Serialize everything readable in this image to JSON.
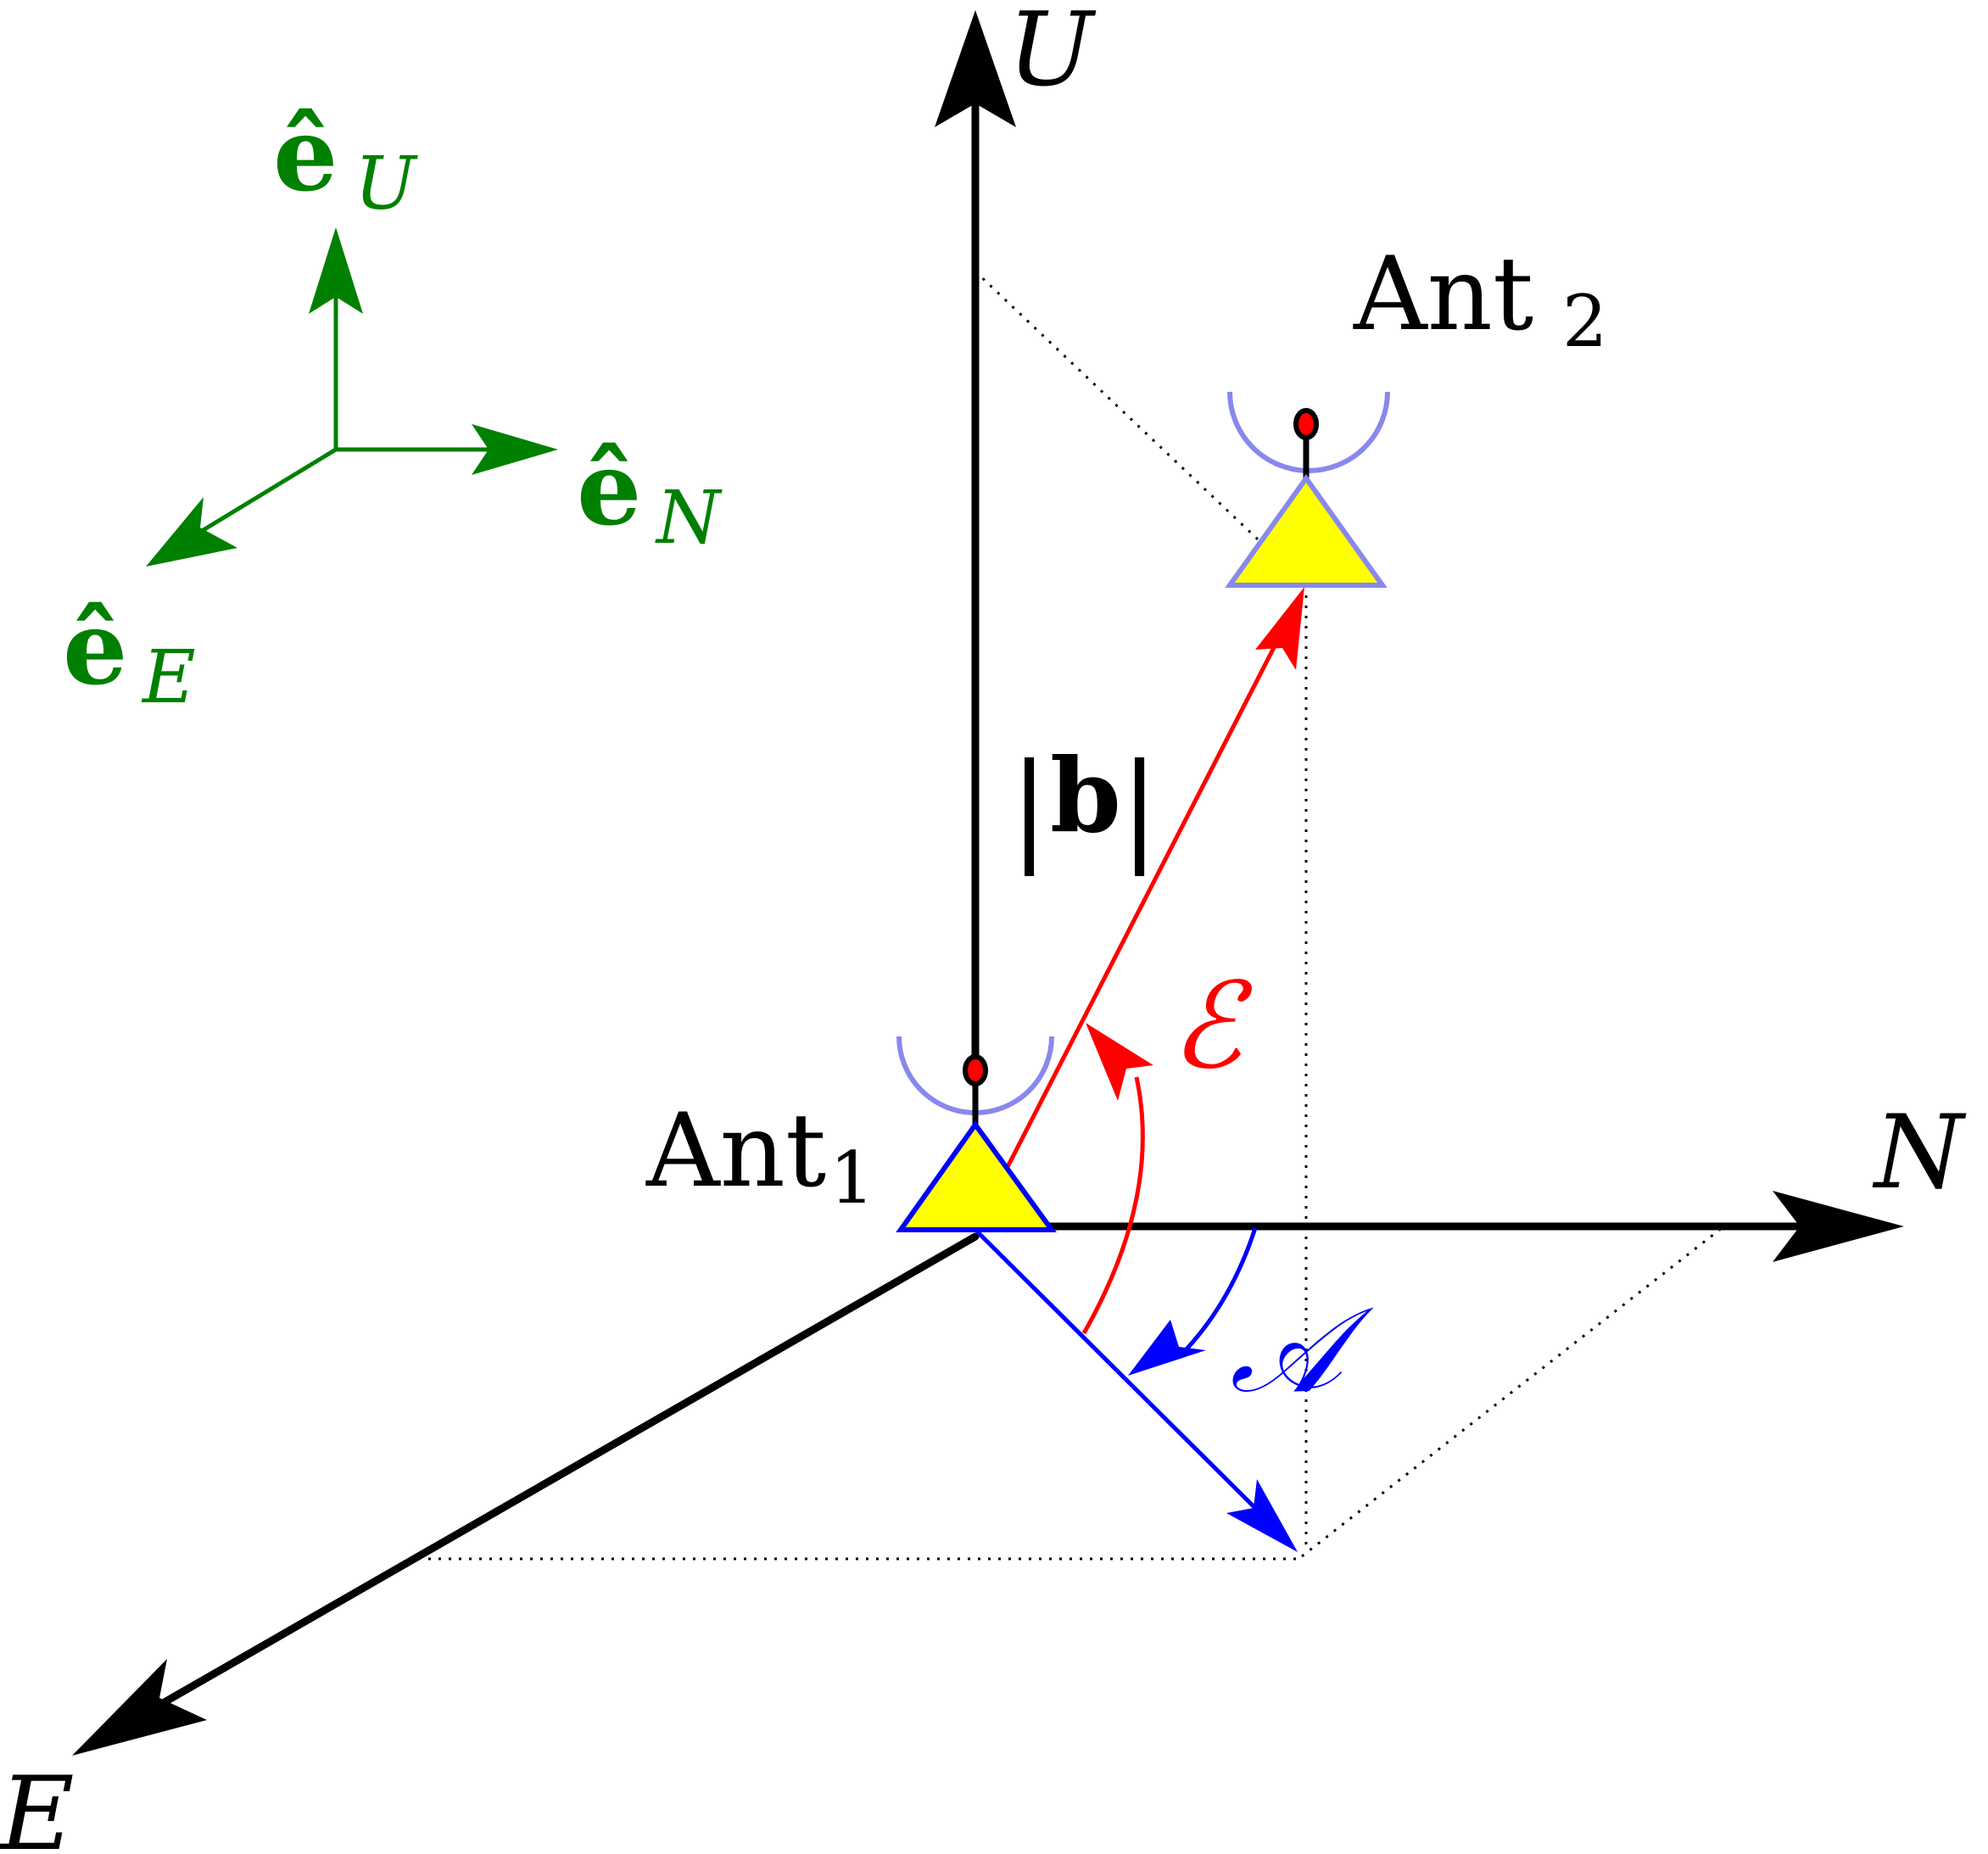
{
  "colors": {
    "axis": "#000000",
    "basis": "#008000",
    "baseline": "#ff0000",
    "azimuth": "#0000ff",
    "antenna_fill": "#ffff00",
    "antenna_edge_1": "#0000ff",
    "antenna_edge_2": "#8888ee",
    "dish": "#8888ee",
    "dotted": "#000000"
  },
  "axes": {
    "up": "U",
    "north": "N",
    "east": "E"
  },
  "basis": {
    "up": {
      "hat": "ê",
      "sub": "U"
    },
    "north": {
      "hat": "ê",
      "sub": "N"
    },
    "east": {
      "hat": "ê",
      "sub": "E"
    }
  },
  "antennas": {
    "ant1": {
      "base": "Ant",
      "sub": "1"
    },
    "ant2": {
      "base": "Ant",
      "sub": "2"
    }
  },
  "baseline_label": {
    "left": "|",
    "vector": "b",
    "right": "|"
  },
  "angles": {
    "elevation": "ℰ",
    "azimuth": "𝒜"
  },
  "icons": {
    "antenna": "antenna-icon",
    "dish": "dish-icon"
  }
}
